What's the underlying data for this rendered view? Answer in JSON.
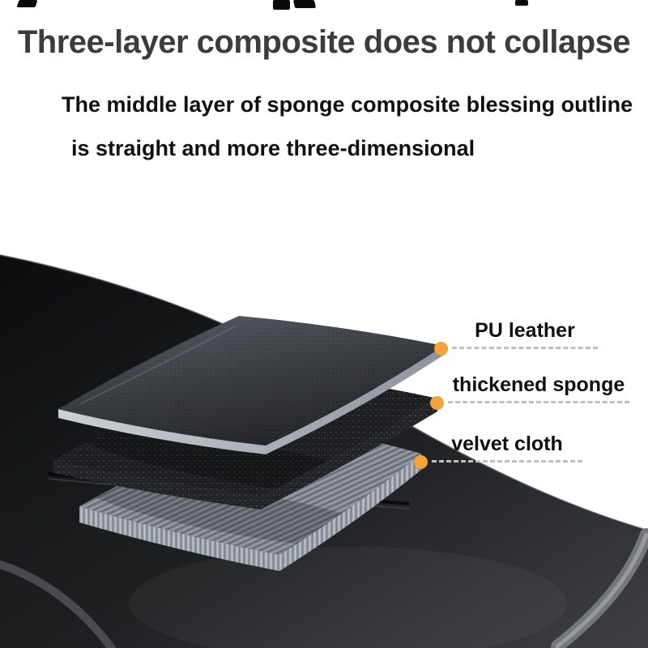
{
  "page": {
    "heading": "Three-layer composite does not collapse",
    "subtitle_line1": "The middle layer of sponge composite blessing outline",
    "subtitle_line2": "is straight and more three-dimensional"
  },
  "callouts": [
    {
      "label": "PU leather"
    },
    {
      "label": "thickened sponge"
    },
    {
      "label": "velvet cloth"
    }
  ],
  "diagram": {
    "layers": [
      "PU leather",
      "thickened sponge",
      "velvet cloth"
    ],
    "subject": "black stitched cushion pad"
  },
  "colors": {
    "accent_dot": "#F2A33C",
    "leader_dash": "#BFBFBF",
    "heading_text": "#3C3C3C",
    "body_text": "#111111"
  }
}
